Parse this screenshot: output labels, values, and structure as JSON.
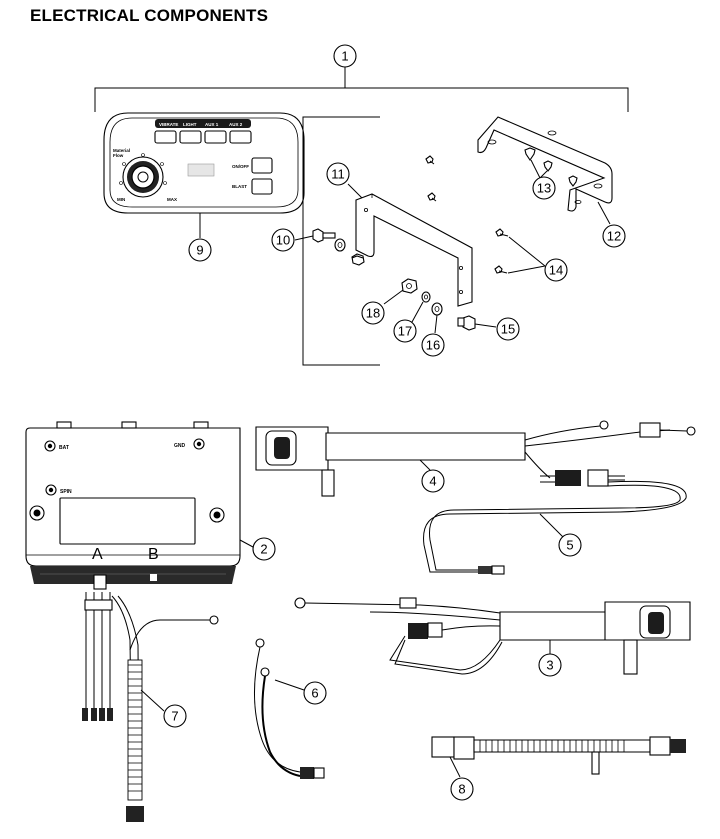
{
  "page": {
    "title": "ELECTRICAL COMPONENTS"
  },
  "controller": {
    "buttons": [
      "VIBRATE",
      "LIGHT",
      "AUX 1",
      "AUX 2"
    ],
    "side_buttons": [
      "ON/OFF",
      "BLAST"
    ],
    "knob_label": [
      "Material",
      "Flow"
    ],
    "min_label": "MIN",
    "max_label": "MAX"
  },
  "module": {
    "terminals": [
      "BAT",
      "GND",
      "SPIN"
    ],
    "channels": [
      "A",
      "B"
    ]
  },
  "callouts": [
    "1",
    "2",
    "3",
    "4",
    "5",
    "6",
    "7",
    "8",
    "9",
    "10",
    "11",
    "12",
    "13",
    "14",
    "15",
    "16",
    "17",
    "18"
  ]
}
